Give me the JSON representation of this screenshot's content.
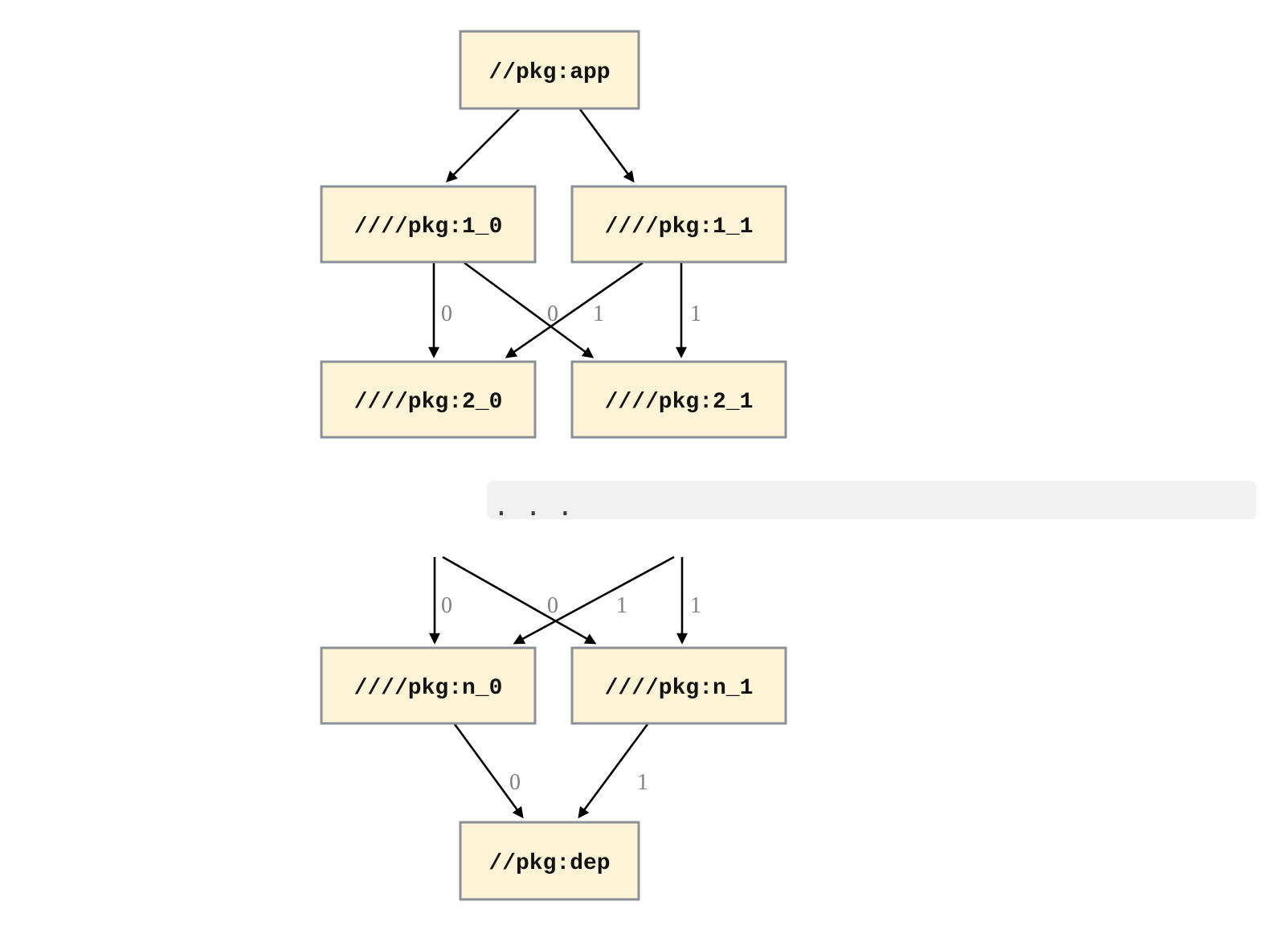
{
  "diagram": {
    "nodes": {
      "app": {
        "label": "//pkg:app"
      },
      "l1_0": {
        "label": "////pkg:1_0"
      },
      "l1_1": {
        "label": "////pkg:1_1"
      },
      "l2_0": {
        "label": "////pkg:2_0"
      },
      "l2_1": {
        "label": "////pkg:2_1"
      },
      "ln_0": {
        "label": "////pkg:n_0"
      },
      "ln_1": {
        "label": "////pkg:n_1"
      },
      "dep": {
        "label": "//pkg:dep"
      }
    },
    "ellipsis": ". . .",
    "edge_labels": {
      "level1_to_level2": [
        "0",
        "0",
        "1",
        "1"
      ],
      "dots_to_leveln": [
        "0",
        "0",
        "1",
        "1"
      ],
      "leveln_to_dep": [
        "0",
        "1"
      ]
    },
    "colors": {
      "node_fill": "#fdf3d7",
      "node_border": "#8b9196",
      "edge": "#000000",
      "edge_label": "#808080",
      "ellipsis_band": "#f1f1f1",
      "ellipsis_dots": "#3a3a3a",
      "background": "#ffffff"
    }
  }
}
